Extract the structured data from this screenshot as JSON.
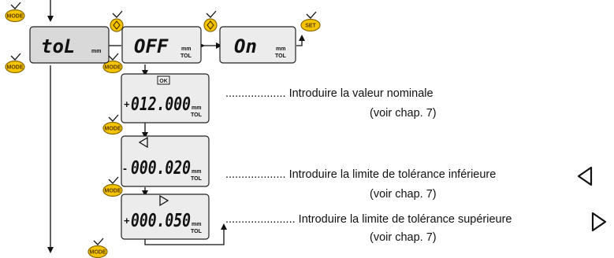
{
  "buttons": {
    "mode": "MODE",
    "set": "SET",
    "ok": "OK"
  },
  "displays": {
    "tol": {
      "text": "toL",
      "unit": "mm"
    },
    "off": {
      "text": "OFF",
      "unit": "mm",
      "unit2": "TOL"
    },
    "on": {
      "text": "On",
      "unit": "mm",
      "unit2": "TOL"
    },
    "nominal": {
      "sign": "+",
      "text": "012.000",
      "unit": "mm",
      "unit2": "TOL"
    },
    "lower": {
      "sign": "-",
      "text": "000.020",
      "unit": "mm",
      "unit2": "TOL"
    },
    "upper": {
      "sign": "+",
      "text": "000.050",
      "unit": "mm",
      "unit2": "TOL"
    }
  },
  "instructions": {
    "nominal": {
      "dots": "...................",
      "text": "Introduire la valeur nominale",
      "sub": "(voir chap. 7)"
    },
    "lower": {
      "dots": "...................",
      "text": "Introduire la limite de tolérance inférieure",
      "sub": "(voir chap. 7)"
    },
    "upper": {
      "dots": "......................",
      "text": "Introduire la limite de tolérance supérieure",
      "sub": "(voir chap. 7)"
    }
  },
  "colors": {
    "button_fill": "#f5c400",
    "button_stroke": "#8a6a00",
    "lcd_fill": "#ececec",
    "line": "#111111"
  },
  "icons": [
    "mode-button-icon",
    "set-button-icon",
    "select-button-icon",
    "ok-icon",
    "triangle-left-icon",
    "triangle-right-icon",
    "arrow-down-icon",
    "arrow-up-icon",
    "double-arrow-icon"
  ]
}
